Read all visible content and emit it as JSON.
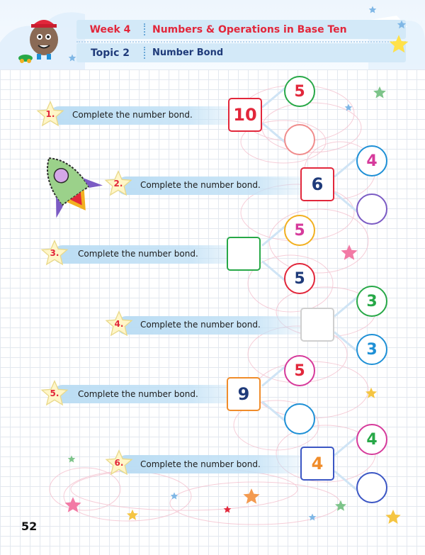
{
  "header": {
    "week_label": "Week 4",
    "week_title": "Numbers & Operations in Base Ten",
    "topic_label": "Topic 2",
    "topic_title": "Number Bond"
  },
  "problems": [
    {
      "number": "1.",
      "instruction": "Complete the number bond.",
      "whole": "10",
      "part_top": "5",
      "part_bottom": ""
    },
    {
      "number": "2.",
      "instruction": "Complete the number bond.",
      "whole": "6",
      "part_top": "4",
      "part_bottom": ""
    },
    {
      "number": "3.",
      "instruction": "Complete the number bond.",
      "whole": "",
      "part_top": "5",
      "part_bottom": "5"
    },
    {
      "number": "4.",
      "instruction": "Complete the number bond.",
      "whole": "",
      "part_top": "3",
      "part_bottom": "3"
    },
    {
      "number": "5.",
      "instruction": "Complete the number bond.",
      "whole": "9",
      "part_top": "5",
      "part_bottom": ""
    },
    {
      "number": "6.",
      "instruction": "Complete the number bond.",
      "whole": "4",
      "part_top": "4",
      "part_bottom": ""
    }
  ],
  "colors": {
    "problem_1": {
      "box": "#e2273b",
      "top": "#27a847",
      "bottom": "#f08c8c",
      "whole_text": "#e2273b",
      "top_text": "#e2273b"
    },
    "problem_2": {
      "box": "#e2273b",
      "top": "#1e90d6",
      "bottom": "#7b5bc4",
      "whole_text": "#1f3b7a",
      "top_text": "#d63a9b"
    },
    "problem_3": {
      "box": "#27a847",
      "top": "#f2b020",
      "bottom": "#e2273b",
      "whole_text": "#1f3b7a",
      "top_text": "#d63a9b"
    },
    "problem_4": {
      "box": "#cfcfcf",
      "top": "#27a847",
      "bottom": "#1e90d6",
      "whole_text": "#1f3b7a",
      "top_text": "#27a847"
    },
    "problem_5": {
      "box": "#f08c2a",
      "top": "#d63a9b",
      "bottom": "#1e90d6",
      "whole_text": "#1f3b7a",
      "top_text": "#e2273b"
    },
    "problem_6": {
      "box": "#3b56c4",
      "top": "#d63a9b",
      "bottom": "#3b56c4",
      "whole_text": "#f08c2a",
      "top_text": "#27a847"
    }
  },
  "page_number": "52",
  "icons": {
    "mascot": "potato-mascot-icon",
    "rocket": "rocket-icon",
    "star": "star-icon"
  }
}
